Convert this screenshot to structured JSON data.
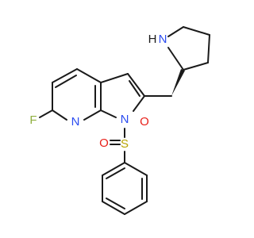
{
  "colors": {
    "bond": "#1a1a1a",
    "F": "#90b040",
    "N": "#2b4cf0",
    "S": "#b8a400",
    "O": "#e8201a",
    "H": "#1a1a1a"
  },
  "atoms": {
    "F": "F",
    "N_pyridine": "N",
    "N_pyrrole": "N",
    "S": "S",
    "O_left": "O",
    "O_top": "O",
    "NH_N": "N",
    "NH_H": "H"
  }
}
